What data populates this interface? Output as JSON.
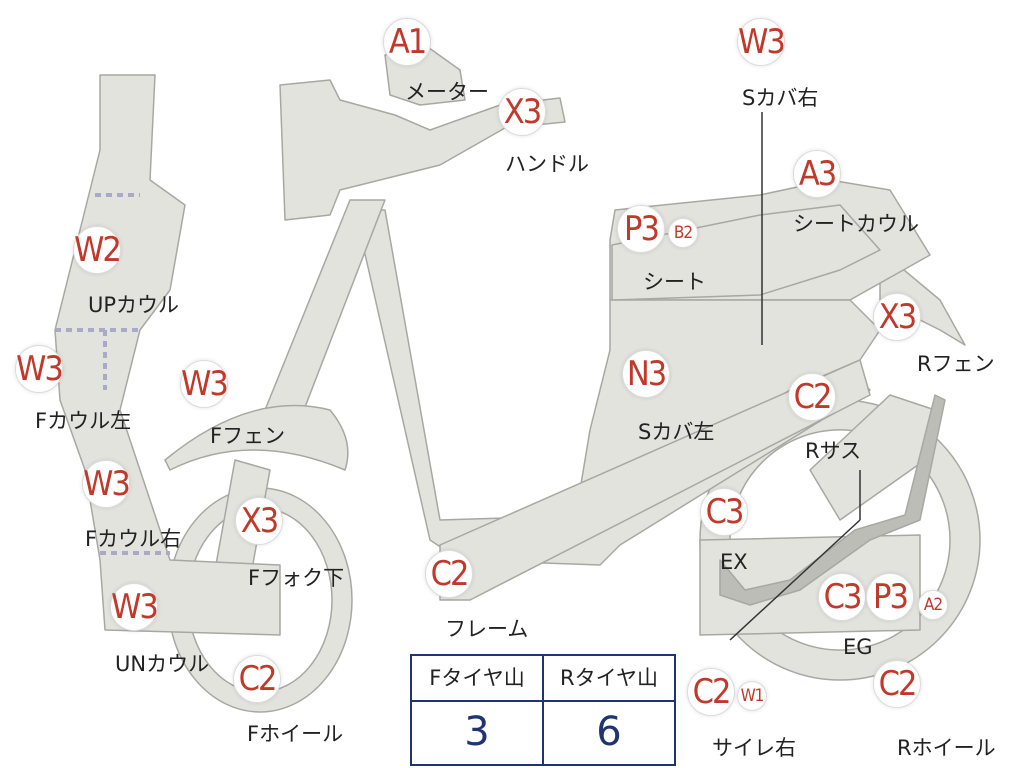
{
  "parts": [
    {
      "id": "meter",
      "code": "A1",
      "label": "メーター"
    },
    {
      "id": "handle",
      "code": "X3",
      "label": "ハンドル"
    },
    {
      "id": "s-cover-right",
      "code": "W3",
      "label": "Sカバ右"
    },
    {
      "id": "seat-cowl",
      "code": "A3",
      "label": "シートカウル"
    },
    {
      "id": "seat",
      "code": "P3",
      "code2": "B2",
      "label": "シート"
    },
    {
      "id": "r-fender",
      "code": "X3",
      "label": "Rフェン"
    },
    {
      "id": "up-cowl",
      "code": "W2",
      "label": "UPカウル"
    },
    {
      "id": "f-cowl-left",
      "code": "W3",
      "label": "Fカウル左"
    },
    {
      "id": "f-fender",
      "code": "W3",
      "label": "Fフェン"
    },
    {
      "id": "s-cover-left",
      "code": "N3",
      "label": "Sカバ左"
    },
    {
      "id": "r-sus",
      "code": "C2",
      "label": "Rサス"
    },
    {
      "id": "f-cowl-right",
      "code": "W3",
      "label": "Fカウル右"
    },
    {
      "id": "f-fork-lower",
      "code": "X3",
      "label": "Fフォク下"
    },
    {
      "id": "ex",
      "code": "C3",
      "label": "EX"
    },
    {
      "id": "frame",
      "code": "C2",
      "label": "フレーム"
    },
    {
      "id": "un-cowl",
      "code": "W3",
      "label": "UNカウル"
    },
    {
      "id": "eg",
      "code": "C3",
      "code2": "P3",
      "code3": "A2",
      "label": "EG"
    },
    {
      "id": "f-wheel",
      "code": "C2",
      "label": "Fホイール"
    },
    {
      "id": "silencer-right",
      "code": "C2",
      "code2": "W1",
      "label": "サイレ右"
    },
    {
      "id": "r-wheel",
      "code": "C2",
      "label": "Rホイール"
    }
  ],
  "tire_table": {
    "headers": [
      "Fタイヤ山",
      "Rタイヤ山"
    ],
    "values": [
      "3",
      "6"
    ]
  },
  "colors": {
    "part_fill": "#e3e3de",
    "part_stroke": "#a8a8a2",
    "code_text": "#c0392b",
    "table_accent": "#1f3470"
  }
}
